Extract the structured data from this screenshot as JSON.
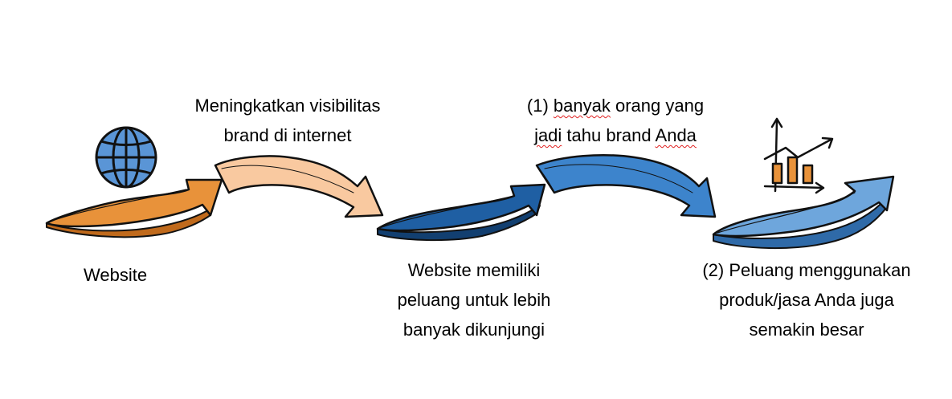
{
  "colors": {
    "step1_fill": "#e8923a",
    "step1_underside": "#c06a1c",
    "step2_fill": "#f9c9a0",
    "step3_fill": "#1f5fa3",
    "step4_fill": "#3d84cc",
    "step5_fill": "#6ea6dc",
    "outline": "#111111",
    "spellcheck_underline": "#e02020"
  },
  "icons": {
    "website": "globe-icon",
    "growth": "growth-chart-icon"
  },
  "labels": {
    "website": "Website",
    "visibility": {
      "line1": "Meningkatkan visibilitas",
      "line2": "brand di internet"
    },
    "visits": {
      "line1": "Website memiliki",
      "line2": "peluang untuk lebih",
      "line3": "banyak dikunjungi"
    },
    "awareness": {
      "line1_prefix": "(1) ",
      "line1_word": "banyak",
      "line1_suffix": " orang yang",
      "line2_word1": "jadi",
      "line2_middle": " tahu brand ",
      "line2_word2": "Anda"
    },
    "usage": {
      "line1": "(2) Peluang menggunakan",
      "line2": "produk/jasa Anda juga",
      "line3": "semakin besar"
    }
  }
}
